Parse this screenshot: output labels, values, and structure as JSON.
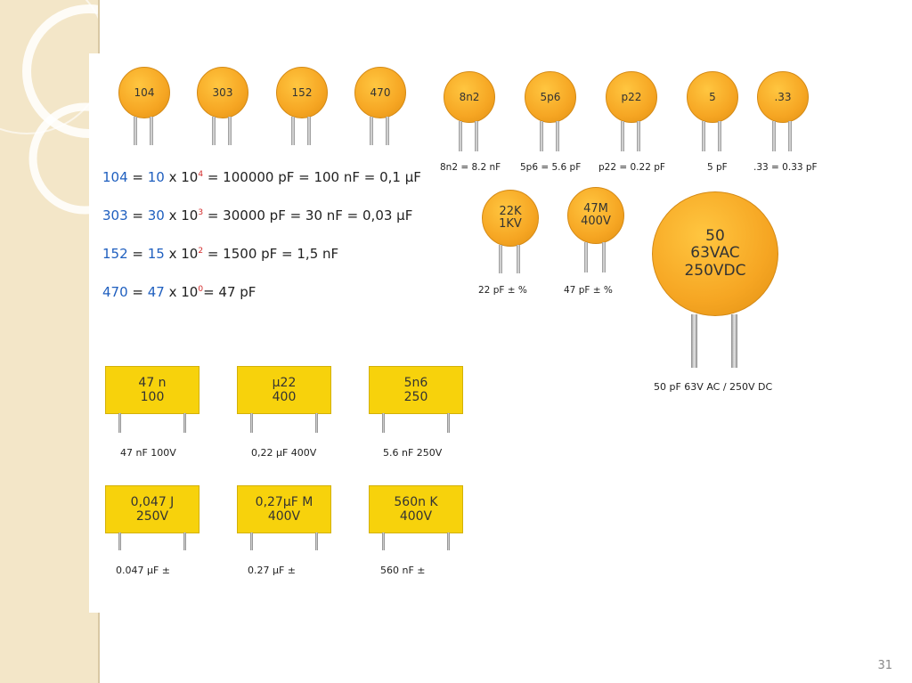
{
  "discs_top": [
    {
      "code": "104"
    },
    {
      "code": "303"
    },
    {
      "code": "152"
    },
    {
      "code": "470"
    },
    {
      "code": "8n2",
      "value": "8n2 = 8.2 nF"
    },
    {
      "code": "5p6",
      "value": "5p6 = 5.6 pF"
    },
    {
      "code": "p22",
      "value": "p22 = 0.22 pF"
    },
    {
      "code": "5",
      "value": "5 pF"
    },
    {
      "code": ".33",
      "value": ".33 = 0.33 pF"
    }
  ],
  "discs_mid": [
    {
      "line1": "22K",
      "line2": "1KV",
      "value": "22 pF ± %"
    },
    {
      "line1": "47M",
      "line2": "400V",
      "value": "47 pF ± %"
    }
  ],
  "disc_large": {
    "line1": "50",
    "line2": "63VAC",
    "line3": "250VDC",
    "value": "50 pF 63V AC / 250V DC"
  },
  "formulas": [
    {
      "code": "104",
      "mant": "10",
      "exp": "4",
      "rest": " = 100000 pF = 100 nF = 0,1 µF"
    },
    {
      "code": "303",
      "mant": "30",
      "exp": "3",
      "rest": " = 30000 pF = 30 nF = 0,03 µF"
    },
    {
      "code": "152",
      "mant": "15",
      "exp": "2",
      "rest": " = 1500 pF = 1,5 nF"
    },
    {
      "code": "470",
      "mant": "47",
      "exp": "0",
      "rest": "= 47 pF"
    }
  ],
  "formula_ops": {
    "eq": " = ",
    "times": " x 10"
  },
  "boxes": [
    {
      "line1": "47 n",
      "line2": "100",
      "value": "47 nF 100V"
    },
    {
      "line1": "µ22",
      "line2": "400",
      "value": "0,22 µF 400V"
    },
    {
      "line1": "5n6",
      "line2": "250",
      "value": "5.6 nF 250V"
    },
    {
      "line1": "0,047 J",
      "line2": "250V",
      "value": "0.047 µF ±"
    },
    {
      "line1": "0,27µF M",
      "line2": "400V",
      "value": "0.27 µF ±"
    },
    {
      "line1": "560n K",
      "line2": "400V",
      "value": "560 nF ±"
    }
  ],
  "page_number": "31",
  "colors": {
    "disc": "#f6a623",
    "box": "#f7d20c",
    "code_blue": "#1f5fbf",
    "exp_red": "#d22a2a",
    "sidebar": "#f3e6c8"
  }
}
